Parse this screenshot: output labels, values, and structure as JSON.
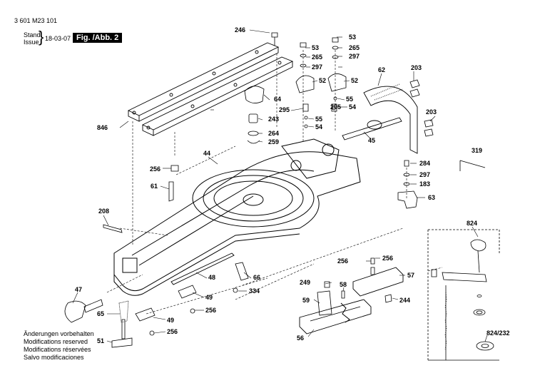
{
  "header": {
    "doc_number": "3 601 M23 101",
    "stand_label": "Stand",
    "issue_label": "Issue",
    "brace": "}",
    "issue_date": "18-03-07",
    "figure_label": "Fig. /Abb. 2"
  },
  "footer": {
    "lines": [
      "Änderungen vorbehalten",
      "Modifications reserved",
      "Modifications réservées",
      "Salvo modificaciones"
    ]
  },
  "callouts": {
    "c246": "246",
    "c53a": "53",
    "c53b": "53",
    "c265a": "265",
    "c265b": "265",
    "c297a": "297",
    "c297b": "297",
    "c52a": "52",
    "c52b": "52",
    "c62": "62",
    "c203a": "203",
    "c203b": "203",
    "c64": "64",
    "c55a": "55",
    "c55b": "55",
    "c295a": "295",
    "c295b": "295",
    "c54a": "54",
    "c54b": "54",
    "c243": "243",
    "c264": "264",
    "c259": "259",
    "c846": "846",
    "c45": "45",
    "c44": "44",
    "c319": "319",
    "c256a": "256",
    "c284": "284",
    "c297c": "297",
    "c183": "183",
    "c61": "61",
    "c63": "63",
    "c208": "208",
    "c824": "824",
    "c48": "48",
    "c66": "66",
    "c256b": "256",
    "c256c": "256",
    "c57": "57",
    "c334": "334",
    "c47": "47",
    "c49a": "49",
    "c49b": "49",
    "c249": "249",
    "c58": "58",
    "c244": "244",
    "c59": "59",
    "c256d": "256",
    "c65": "65",
    "c256e": "256",
    "c56": "56",
    "c51": "51",
    "c824_232": "824/232"
  }
}
